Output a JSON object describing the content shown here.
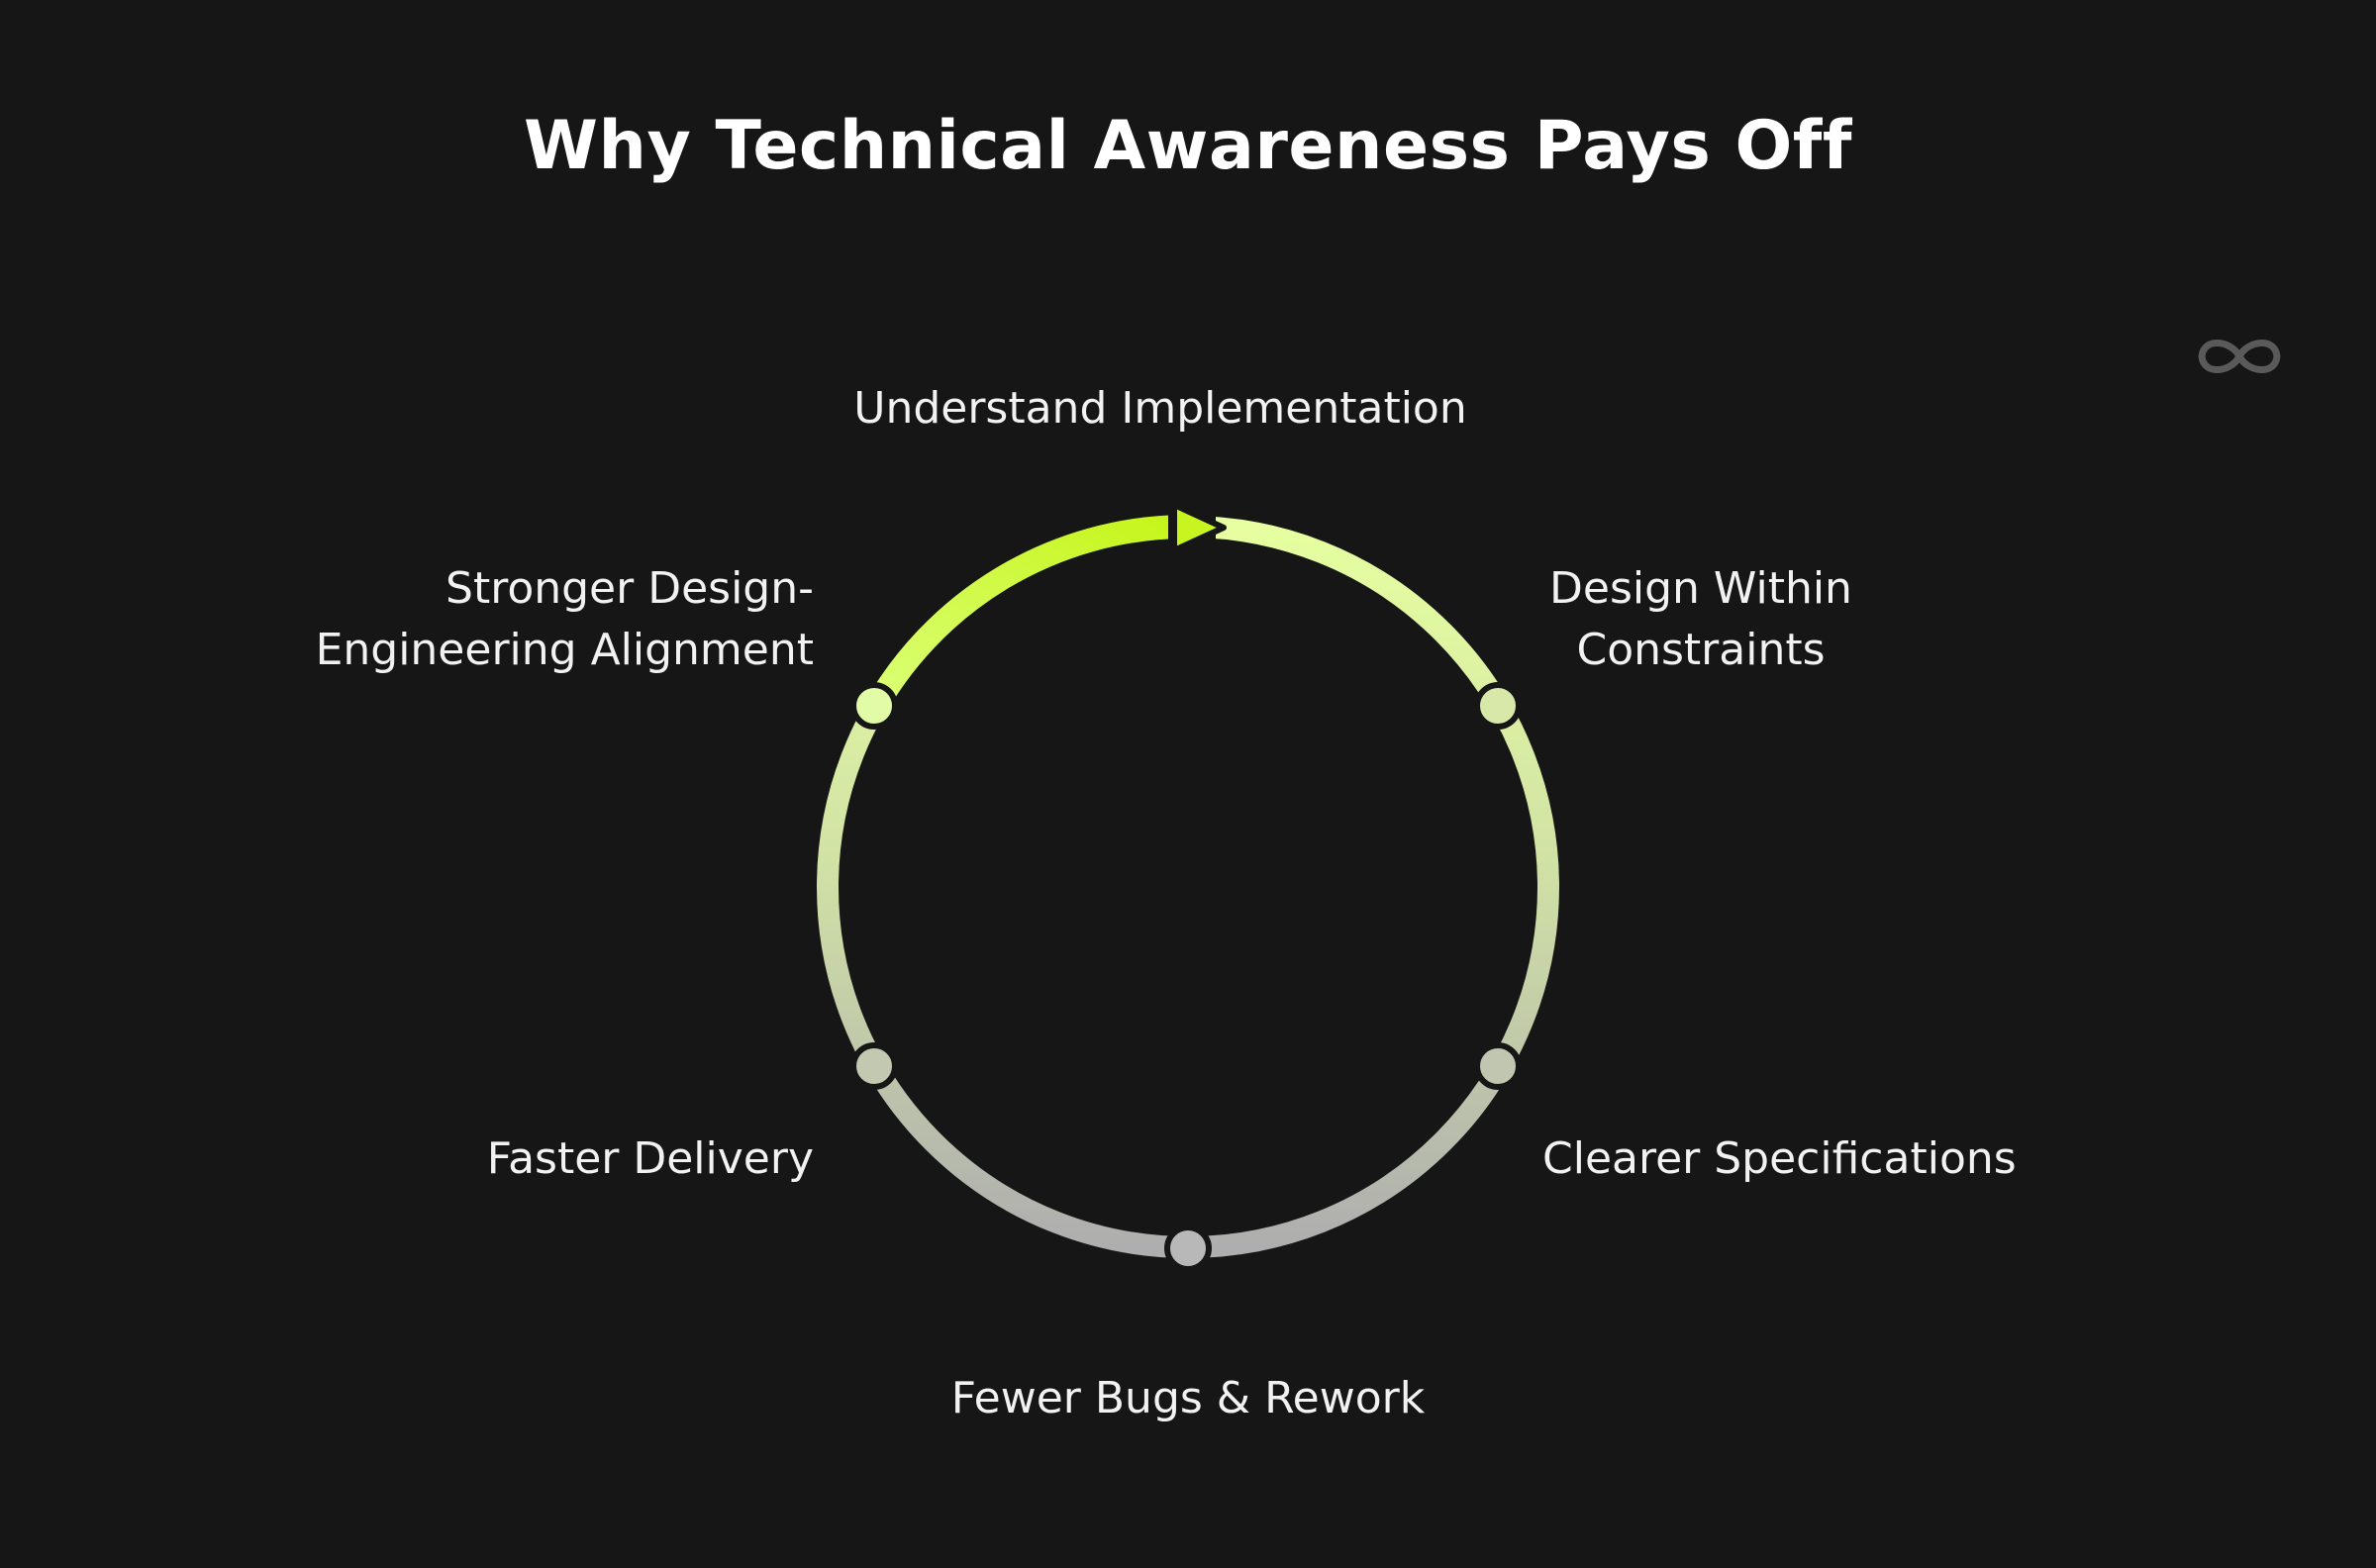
{
  "title": "Why Technical Awareness Pays Off",
  "steps": [
    {
      "lines": [
        "Understand Implementation"
      ]
    },
    {
      "lines": [
        "Design Within",
        "Constraints"
      ]
    },
    {
      "lines": [
        "Clearer Specifications"
      ]
    },
    {
      "lines": [
        "Fewer Bugs & Rework"
      ]
    },
    {
      "lines": [
        "Faster Delivery"
      ]
    },
    {
      "lines": [
        "Stronger Design-",
        "Engineering Alignment"
      ]
    }
  ],
  "colors": {
    "background": "#161616",
    "accent": "#c8f51f",
    "ring_light": "#e6ffa0",
    "ring_mid": "#d4e4a6",
    "ring_grey": "#b4b4b4",
    "text": "#ffffff",
    "logo": "#5a5a5a"
  },
  "icons": {
    "logo": "infinity-icon",
    "direction": "play-arrow-icon"
  }
}
